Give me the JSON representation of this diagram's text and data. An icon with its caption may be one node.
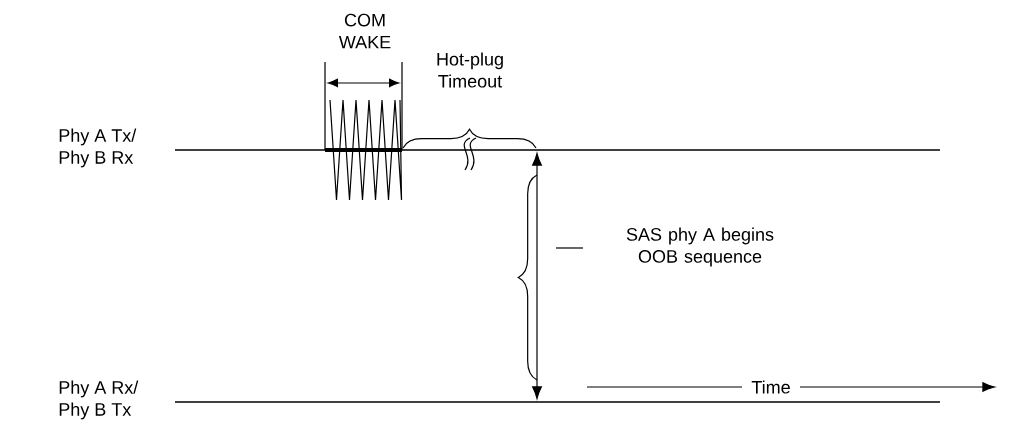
{
  "diagram": {
    "labels": [
      "COM WAKE",
      "Hot-plug Timeout",
      "Phy A Tx/ Phy B Rx",
      "SAS phy A begins OOB sequence",
      "Phy A Rx/ Phy B Tx",
      "Time"
    ]
  }
}
